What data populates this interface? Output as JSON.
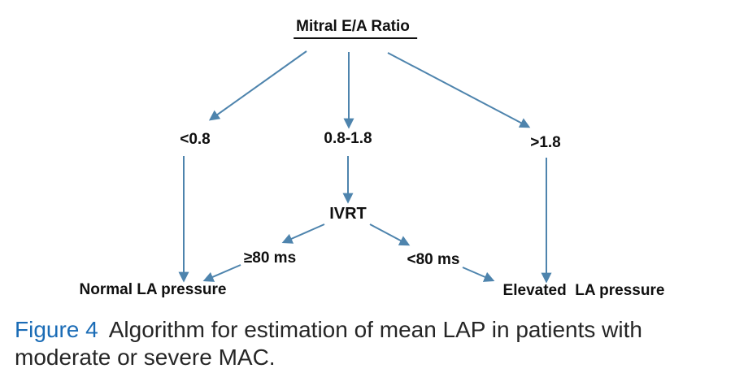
{
  "diagram": {
    "title": "Mitral E/A Ratio",
    "nodes": {
      "ratio_low": "<0.8",
      "ratio_mid": "0.8-1.8",
      "ratio_high": ">1.8",
      "ivrt": "IVRT",
      "ivrt_long": "≥80 ms",
      "ivrt_short": "<80 ms",
      "outcome_normal": "Normal LA pressure",
      "outcome_elevated": "Elevated  LA pressure"
    }
  },
  "caption": {
    "figure_label": "Figure 4",
    "text": "Algorithm for estimation of mean LAP in patients with moderate or severe MAC."
  },
  "colors": {
    "arrow": "#4e84ad",
    "figure_label_blue": "#1b6cb6"
  }
}
